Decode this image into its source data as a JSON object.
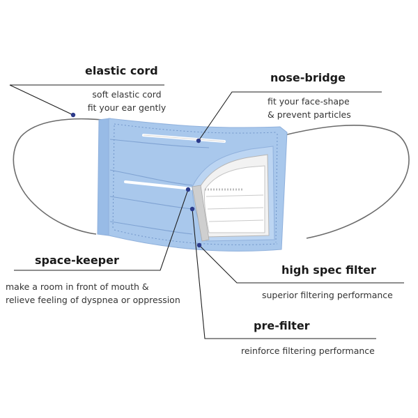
{
  "labels": {
    "elastic_cord": {
      "title": "elastic cord",
      "lines": [
        "soft elastic cord",
        "fit your ear gently"
      ]
    },
    "nose_bridge": {
      "title": "nose-bridge",
      "lines": [
        "fit your face-shape",
        "& prevent particles"
      ]
    },
    "space_keeper": {
      "title": "space-keeper",
      "lines": [
        "make a room in front of mouth &",
        "relieve feeling of dyspnea or oppression"
      ]
    },
    "high_spec_filter": {
      "title": "high spec filter",
      "lines": [
        "superior filtering performance"
      ]
    },
    "pre_filter": {
      "title": "pre-filter",
      "lines": [
        "reinforce filtering performance"
      ]
    }
  },
  "colors": {
    "mask_outer": "#a9c8ec",
    "mask_inner": "#bcd5f2",
    "mask_edge": "#8fb0dc",
    "filter_layer": "#ececec",
    "leader_line": "#1c1c1c",
    "dot": "#2b3a8a"
  }
}
